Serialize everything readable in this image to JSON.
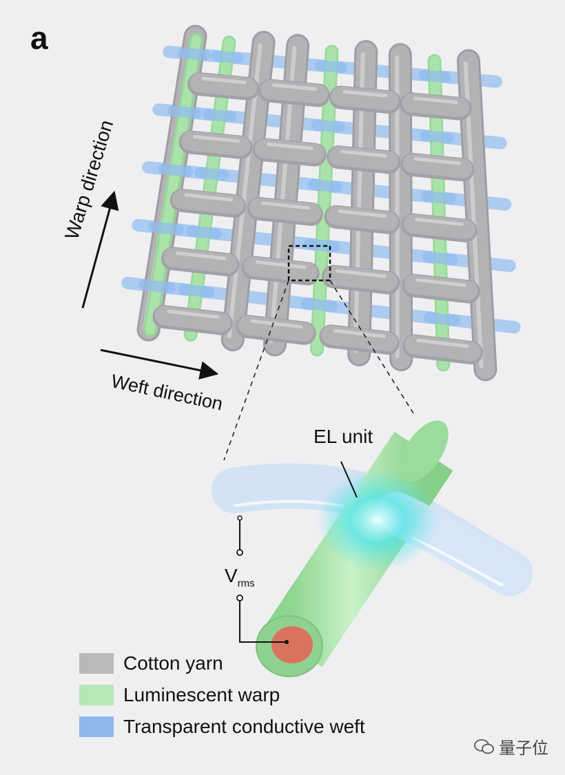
{
  "panel_label": "a",
  "warp_label": "Warp direction",
  "weft_label": "Weft direction",
  "el_label": "EL unit",
  "voltage": {
    "main": "V",
    "sub": "rms"
  },
  "legend": [
    {
      "label": "Cotton yarn",
      "color": "#b9b9bb"
    },
    {
      "label": "Luminescent warp",
      "color": "#b5e8b6"
    },
    {
      "label": "Transparent conductive weft",
      "color": "#8cb8ee"
    }
  ],
  "watermark": "量子位",
  "colors": {
    "background": "#efeff1",
    "cotton": "#b3b3b6",
    "warp_green": "#a9e3aa",
    "weft_blue": "#91bdf0",
    "core": "#d9735f",
    "glow": "#47e0e6"
  }
}
